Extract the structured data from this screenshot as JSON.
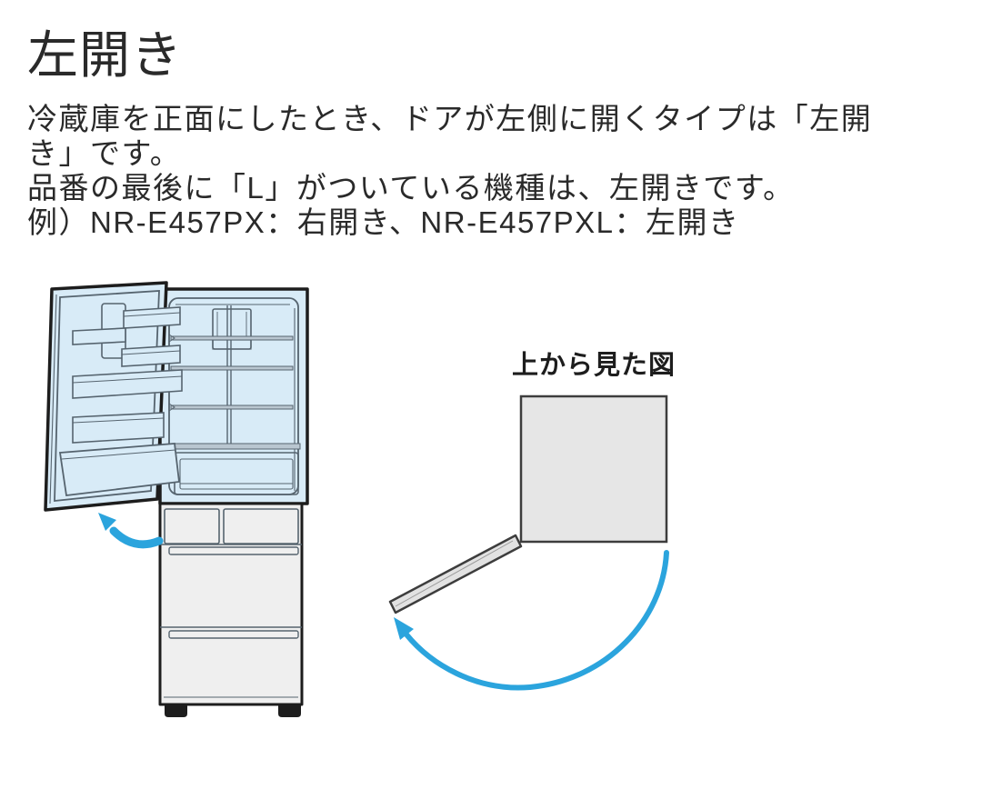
{
  "heading": {
    "title": "左開き"
  },
  "body": {
    "lines": [
      "冷蔵庫を正面にしたとき、ドアが左側に開くタイプは「左開",
      "き」です。",
      "品番の最後に「L」がついている機種は、左開きです。",
      "例）NR-E457PX：右開き、NR-E457PXL：左開き"
    ]
  },
  "figures": {
    "fridge": {
      "icon": "fridge-open-left-door-illustration"
    },
    "top_view": {
      "label": "上から見た図",
      "icon": "door-swing-top-view-diagram"
    }
  },
  "colors": {
    "text": "#2a2a2a",
    "accent_blue": "#2ba4dd",
    "interior_blue": "#d8ebf7",
    "outline_dark": "#1d1d1d",
    "detail_line": "#56646f",
    "drawer_gray": "#efefef",
    "topview_gray": "#e6e6e6",
    "topview_outline": "#3d3d3d",
    "shelf_band": "#b9c6d0"
  }
}
